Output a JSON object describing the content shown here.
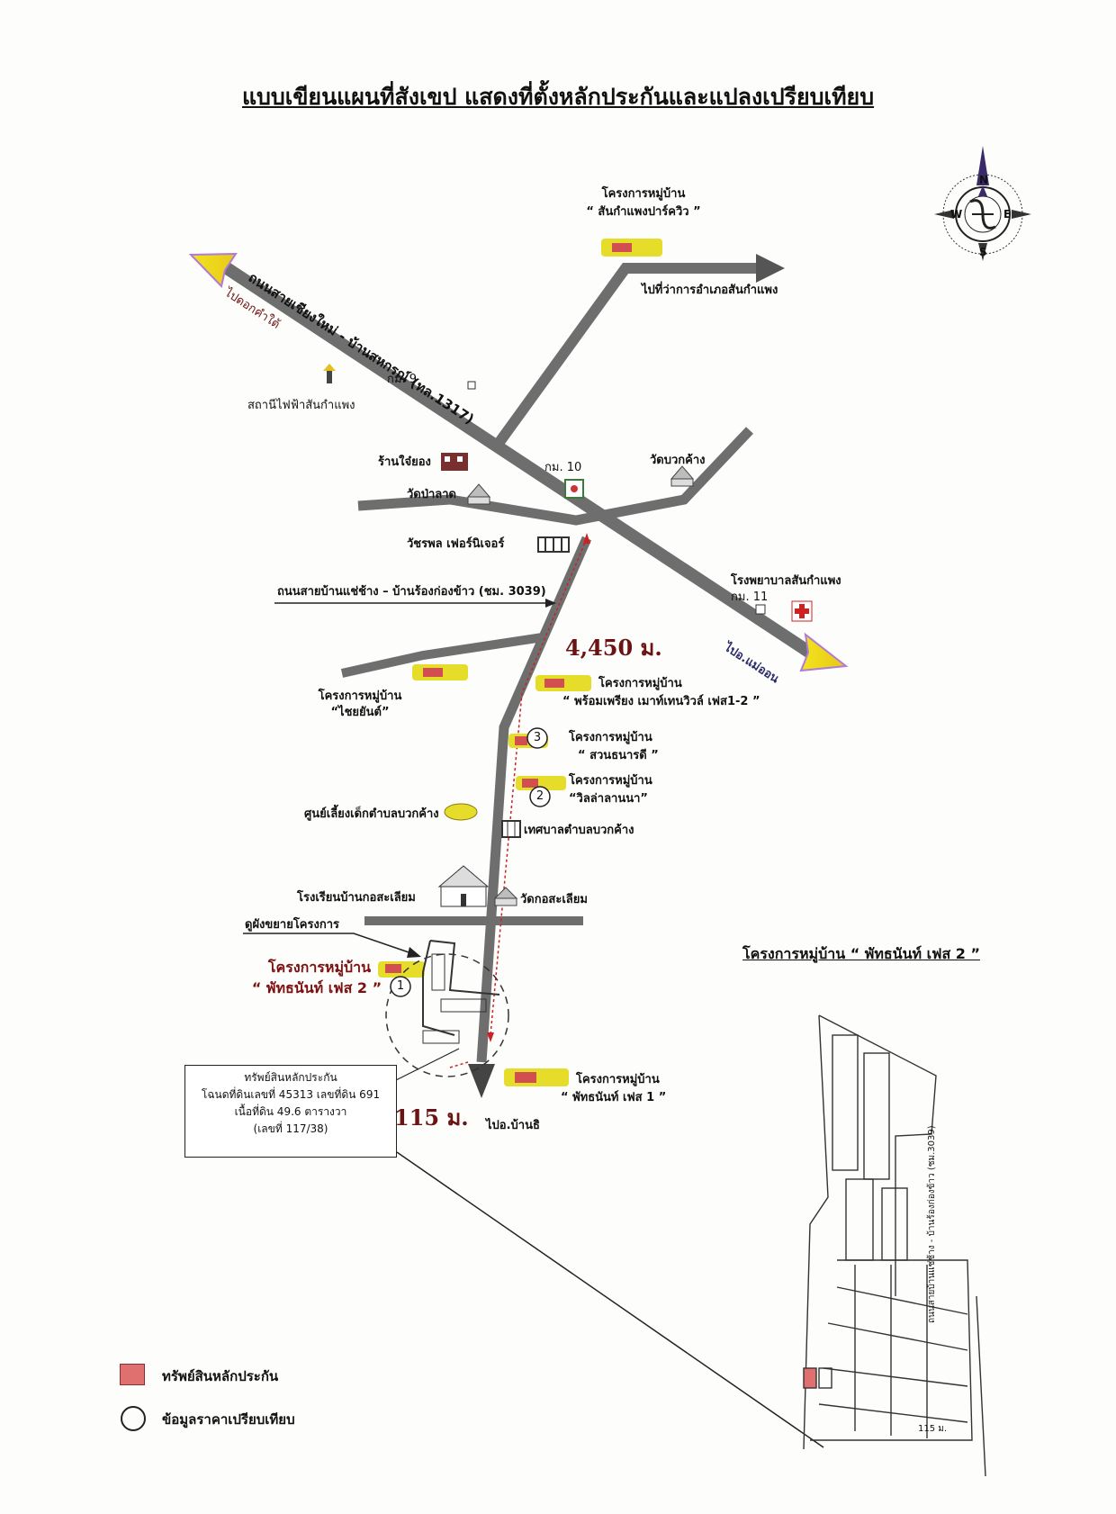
{
  "title": "แบบเขียนแผนที่สังเขป แสดงที่ตั้งหลักประกันและแปลงเปรียบเทียบ",
  "compass": {
    "n": "N",
    "s": "S",
    "e": "E",
    "w": "W"
  },
  "roads": {
    "main_road": "ถนนสายเชียงใหม่ - บ้านสหกรณ์ (ทล.1317)",
    "to_dokkham": "ไปดอกคำใต้",
    "to_amphoe": "ไปที่ว่าการอำเภอสันกำแพง",
    "to_maeon": "ไปอ.แม่ออน",
    "to_banthi": "ไปอ.บ้านธิ",
    "secondary_road": "ถนนสายบ้านแช่ช้าง – บ้านร้องก่องข้าว (ชม. 3039)"
  },
  "landmarks": {
    "km9": "กม. 9",
    "km10": "กม. 10",
    "km11": "กม. 11",
    "power_station": "สถานีไฟฟ้าสันกำแพง",
    "shop": "ร้านใจ๋ยอง",
    "wat_palad": "วัดป่าลาด",
    "wat_buakkhang": "วัดบวกค้าง",
    "furniture": "วัชรพล เฟอร์นิเจอร์",
    "hospital": "โรงพยาบาลสันกำแพง",
    "childcare": "ศูนย์เลี้ยงเด็กตำบลบวกค้าง",
    "municipality": "เทศบาลตำบลบวกค้าง",
    "school": "โรงเรียนบ้านกอสะเลียม",
    "wat_kosaliam": "วัดกอสะเลียม",
    "layout_plan": "ดูผังขยายโครงการ"
  },
  "villages": {
    "prefix": "โครงการหมู่บ้าน",
    "park_view": "“ สันกำแพงปาร์ควิว ”",
    "chaiyan": "“ไชยยันต์”",
    "phromphriang": "“ พร้อมเพรียง เมาท์เทนวิวล์ เฟส1-2 ”",
    "suanthanarat": "“ สวนธนารดี ”",
    "villa_lanna": "“วิลล่าลานนา”",
    "phatnan1": "“ พัทธนันท์ เฟส 1 ”",
    "phatnan2_line1": "โครงการหมู่บ้าน",
    "phatnan2_line2": "“ พัทธนันท์ เฟส 2 ”"
  },
  "distances": {
    "d1": "4,450 ม.",
    "d2": "115 ม."
  },
  "markers": [
    "1",
    "2",
    "3"
  ],
  "asset_box": {
    "line1": "ทรัพย์สินหลักประกัน",
    "line2": "โฉนดที่ดินเลขที่ 45313 เลขที่ดิน 691",
    "line3": "เนื้อที่ดิน 49.6 ตารางวา",
    "line4": "(เลขที่ 117/38)"
  },
  "inset": {
    "title": "โครงการหมู่บ้าน “ พัทธนันท์ เฟส 2 ”",
    "road_label": "ถนนสายบ้านแช่ช้าง - บ้านร้องก่องข้าว (ชม.3039)",
    "dist": "115 ม."
  },
  "legend": {
    "asset": "ทรัพย์สินหลักประกัน",
    "comparison": "ข้อมูลราคาเปรียบเทียบ"
  },
  "colors": {
    "road": "#6e6e6e",
    "arrow_fill": "#f2e41c",
    "arrow_tip": "#b07ad8",
    "distance_text": "#6b1313",
    "asset_red": "#e07070",
    "route_red": "#cc2222"
  }
}
